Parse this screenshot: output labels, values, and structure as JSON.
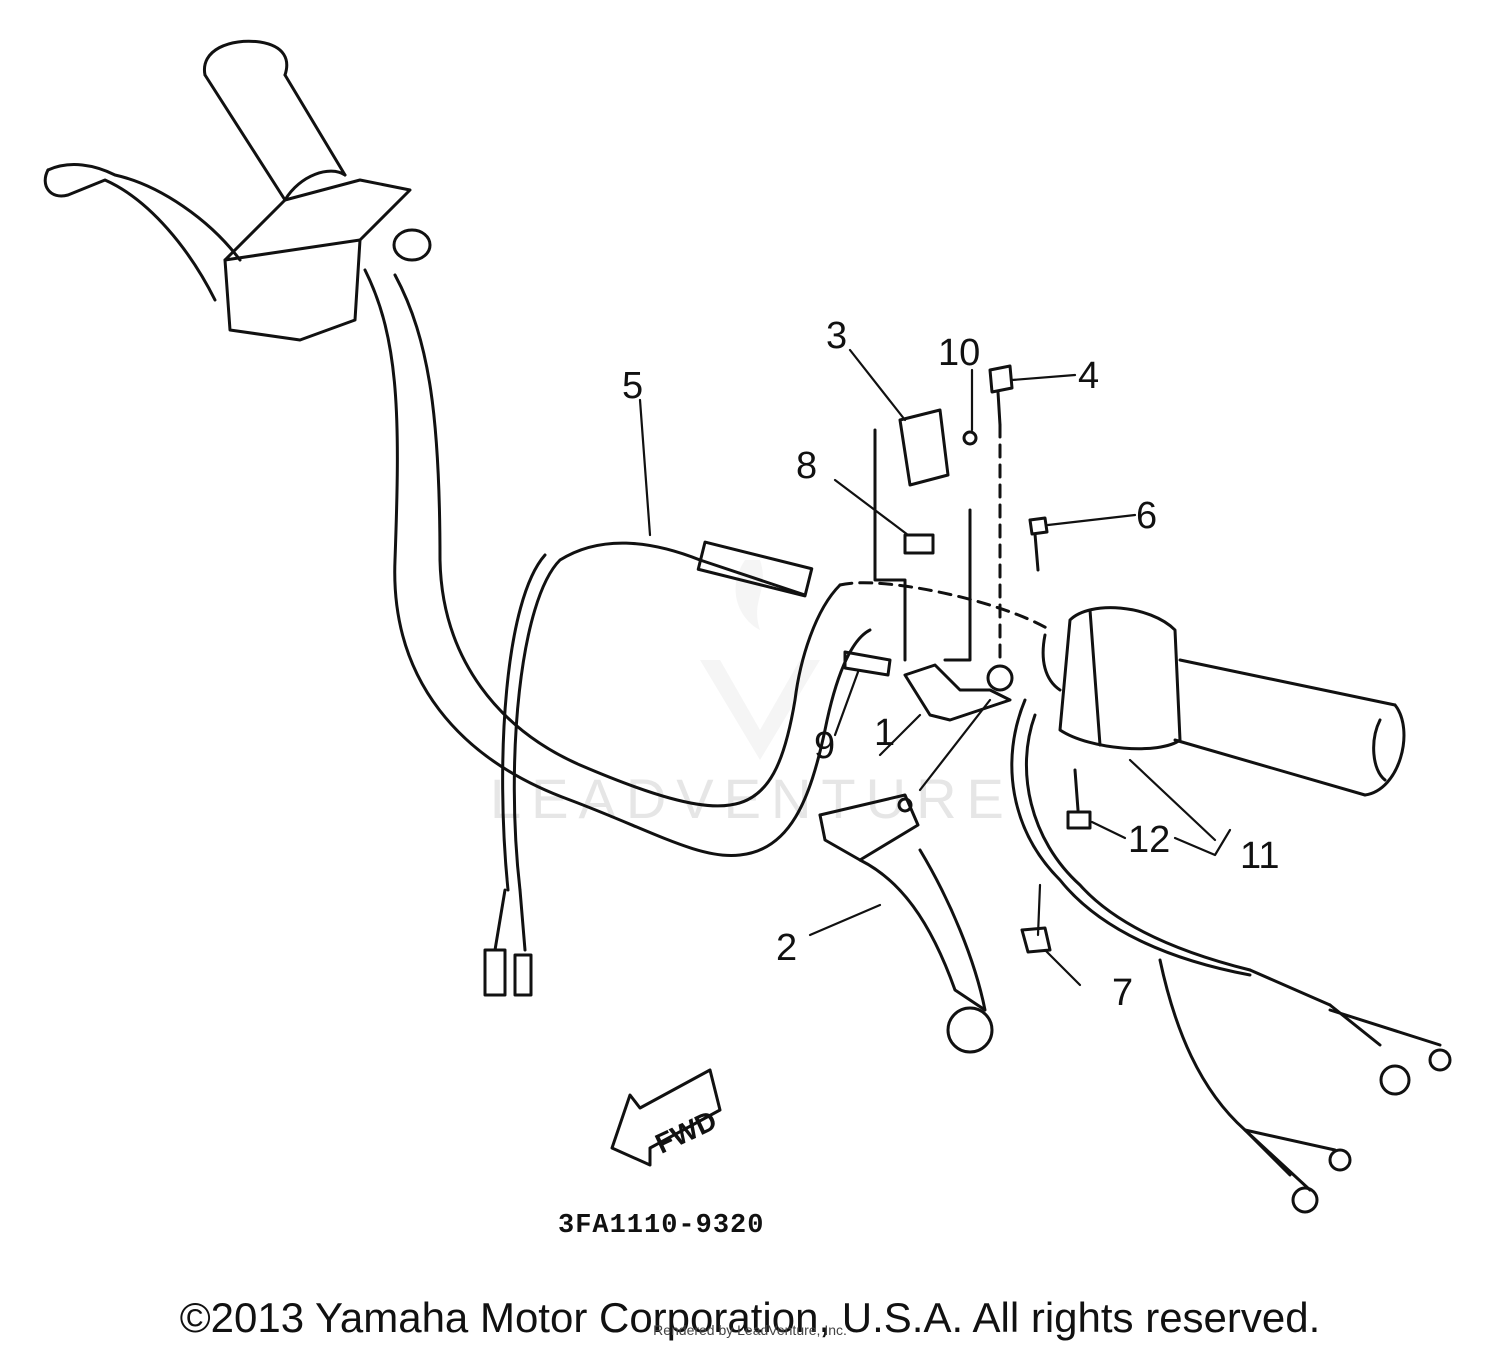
{
  "diagram": {
    "part_labels": [
      {
        "id": "1",
        "text": "1"
      },
      {
        "id": "2",
        "text": "2"
      },
      {
        "id": "3",
        "text": "3"
      },
      {
        "id": "4",
        "text": "4"
      },
      {
        "id": "5",
        "text": "5"
      },
      {
        "id": "6",
        "text": "6"
      },
      {
        "id": "7",
        "text": "7"
      },
      {
        "id": "8",
        "text": "8"
      },
      {
        "id": "9",
        "text": "9"
      },
      {
        "id": "10",
        "text": "10"
      },
      {
        "id": "11",
        "text": "11"
      },
      {
        "id": "12",
        "text": "12"
      }
    ],
    "direction_arrow": "FWD",
    "drawing_code": "3FA1110-9320",
    "watermark": "LEADVENTURE"
  },
  "footer": {
    "copyright": "©2013 Yamaha Motor Corporation, U.S.A. All rights reserved.",
    "rendered_by": "Rendered by LeadVenture, Inc."
  }
}
